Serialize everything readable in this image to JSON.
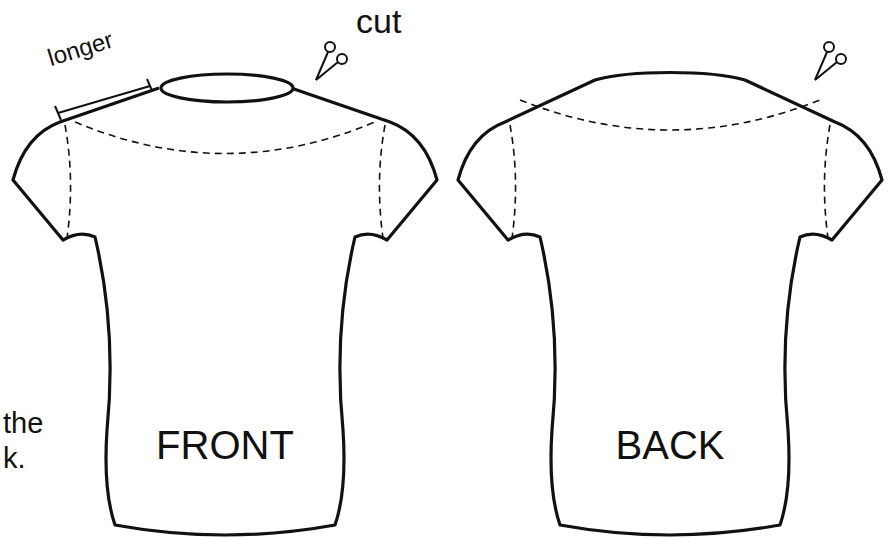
{
  "diagram": {
    "nodes": [
      {
        "text": [
          "FRONT"
        ]
      },
      {
        "text": [
          "BACK"
        ]
      }
    ],
    "labels": [
      "longer",
      "cut",
      "the",
      "k."
    ]
  }
}
